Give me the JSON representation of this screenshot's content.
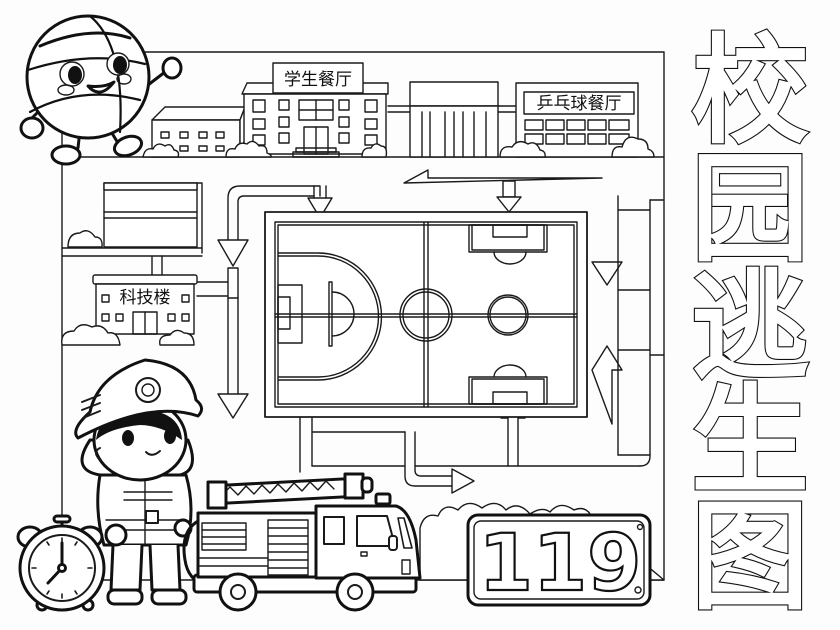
{
  "title": {
    "full": "校园逃生图",
    "chars": [
      "校",
      "园",
      "逃",
      "生",
      "图"
    ]
  },
  "buildings": {
    "student_canteen": "学生餐厅",
    "pingpong_canteen": "乒乓球餐厅",
    "science_building": "科技楼"
  },
  "emergency": {
    "number": "119"
  },
  "facilities": {
    "court": "basketball-and-football-court"
  },
  "clock": {
    "hour": 7,
    "minute": 0
  },
  "characters": [
    "basketball-mascot",
    "firefighter-child",
    "fire-truck",
    "alarm-clock"
  ],
  "colors": {
    "line": "#111111",
    "background": "#fdfdfd"
  }
}
